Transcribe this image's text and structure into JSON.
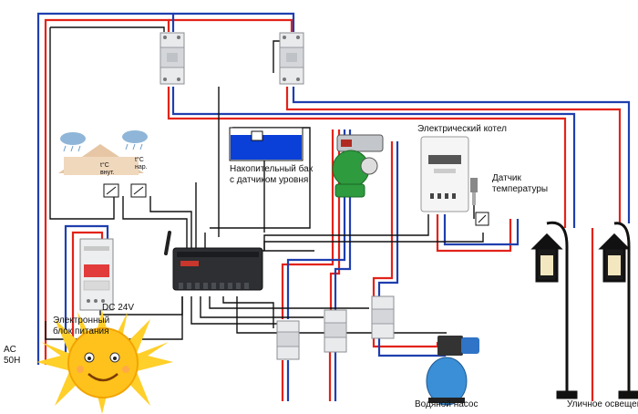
{
  "labels": {
    "tank": "Накопительный бак\nс датчиком уровня",
    "boiler": "Электрический котел",
    "sensor": "Датчик\nтемпературы",
    "dc": "DC 24V",
    "power_unit": "Электронный\nблок питания",
    "pump": "Водяной насос",
    "street_light": "Уличное освещение",
    "ac": "AC\n50H",
    "temp_inside": "t°C\nвнут.",
    "temp_outside": "t°C\nнар."
  },
  "colors": {
    "wire_red": "#e2231a",
    "wire_blue": "#1f3fae",
    "wire_black": "#111111",
    "sun": "#ffcf2a",
    "pump_green": "#2e9b3e",
    "tank_blue": "#0a40d8",
    "pump_tank_blue": "#3a8fd6"
  },
  "icons": [
    "breaker-icon",
    "pump-icon",
    "boiler-icon",
    "tank-icon",
    "lamp-icon",
    "sun-icon",
    "house-icon",
    "controller-icon",
    "relay-icon"
  ]
}
